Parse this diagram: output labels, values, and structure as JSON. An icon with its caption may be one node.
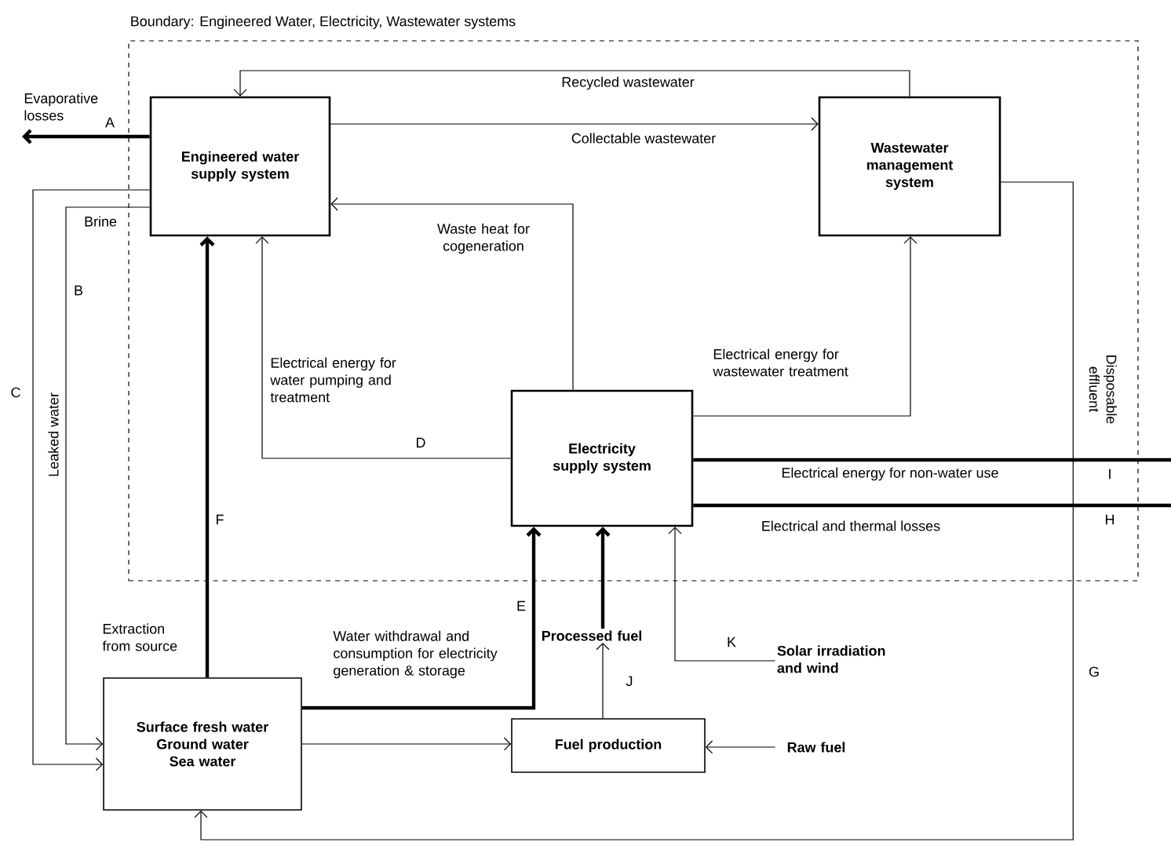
{
  "diagram": {
    "nodes": [
      {
        "text": [
          "Boundary: Engineered Water, Electricity, Wastewater systems"
        ]
      },
      {
        "text": [
          "Engineered water supply system"
        ],
        "in": 0
      },
      {
        "text": [
          "Wastewater management system"
        ],
        "in": 0
      },
      {
        "text": [
          "Electricity supply system"
        ],
        "in": 0
      },
      {
        "text": [
          "Surface fresh water",
          "Ground water",
          "Sea water"
        ]
      },
      {
        "text": [
          "Fuel production"
        ]
      },
      {
        "text": [
          "Processed fuel"
        ]
      },
      {
        "text": [
          "Solar irradiation and wind"
        ]
      },
      {
        "text": [
          "Raw fuel"
        ]
      }
    ],
    "edges": [
      {
        "from": 1,
        "to": null,
        "arrow": "to",
        "label": "Evaporative losses",
        "style": "thick"
      },
      {
        "from": 2,
        "to": 1,
        "arrow": "to",
        "label": "Recycled wastewater"
      },
      {
        "from": 1,
        "to": 2,
        "arrow": "to",
        "label": "Collectable wastewater"
      },
      {
        "from": 3,
        "to": 1,
        "arrow": "to",
        "label": "Waste heat for cogeneration"
      },
      {
        "from": 3,
        "to": 1,
        "arrow": "to",
        "label": "Electrical energy for water pumping and treatment"
      },
      {
        "from": 3,
        "to": 2,
        "arrow": "to",
        "label": "Electrical energy for wastewater treatment"
      },
      {
        "from": 3,
        "to": null,
        "arrow": "none",
        "label": "Electrical energy for non-water use",
        "style": "thick"
      },
      {
        "from": 3,
        "to": null,
        "arrow": "none",
        "label": "Electrical and thermal losses",
        "style": "thick"
      },
      {
        "from": 1,
        "to": 4,
        "arrow": "to",
        "label": "Brine"
      },
      {
        "from": 1,
        "to": 4,
        "arrow": "to",
        "label": "Leaked water"
      },
      {
        "from": 4,
        "to": 1,
        "arrow": "to",
        "label": "Extraction from source",
        "style": "thick"
      },
      {
        "from": 4,
        "to": 3,
        "arrow": "to",
        "label": "Water withdrawal and consumption for electricity generation & storage",
        "style": "thick"
      },
      {
        "from": 4,
        "to": 5,
        "arrow": "to"
      },
      {
        "from": 5,
        "to": 6,
        "arrow": "to"
      },
      {
        "from": 6,
        "to": 3,
        "arrow": "to",
        "style": "thick"
      },
      {
        "from": 7,
        "to": 3,
        "arrow": "to"
      },
      {
        "from": 8,
        "to": 5,
        "arrow": "to"
      },
      {
        "from": 2,
        "to": 4,
        "arrow": "to",
        "label": "Disposable effluent"
      }
    ],
    "labels": [
      "A",
      "B",
      "C",
      "D",
      "E",
      "F",
      "G",
      "H",
      "I",
      "J",
      "K"
    ]
  }
}
